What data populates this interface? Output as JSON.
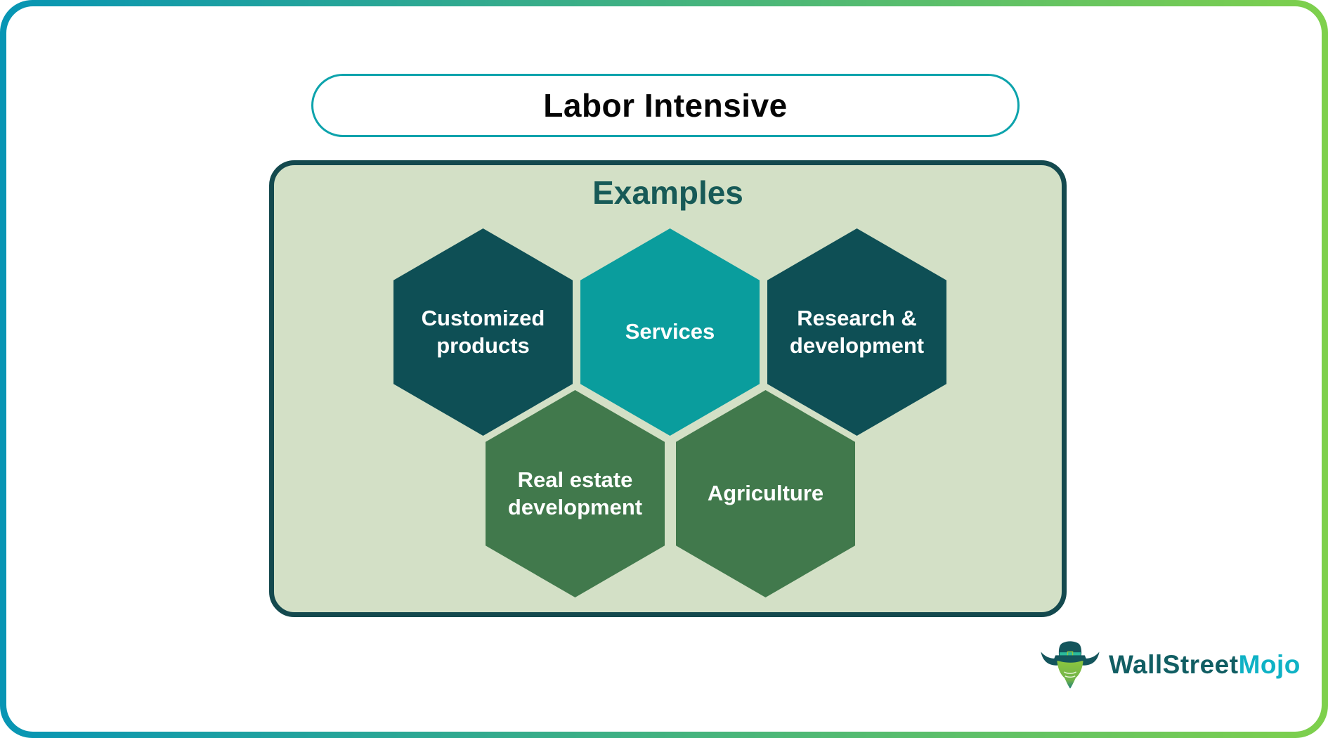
{
  "page": {
    "title": "Labor Intensive",
    "section": {
      "heading": "Examples",
      "hexagons": [
        {
          "label": "Customized products",
          "color": "#0e4f55"
        },
        {
          "label": "Services",
          "color": "#0a9d9d"
        },
        {
          "label": "Research & development",
          "color": "#0e4f55"
        },
        {
          "label": "Real estate development",
          "color": "#41794c"
        },
        {
          "label": "Agriculture",
          "color": "#41794c"
        }
      ]
    },
    "logo": {
      "part1": "WallStreet",
      "part2": "Mojo"
    },
    "colors": {
      "frame_gradient_start": "#0795b4",
      "frame_gradient_end": "#7ed04c",
      "title_border": "#0da3ac",
      "panel_bg": "#d3e0c6",
      "panel_border": "#14494e",
      "heading_color": "#175a57",
      "hex_dark": "#0e4f55",
      "hex_teal": "#0a9d9d",
      "hex_green": "#41794c",
      "logo_dark": "#115e63",
      "logo_bright": "#0fb2c5"
    }
  }
}
